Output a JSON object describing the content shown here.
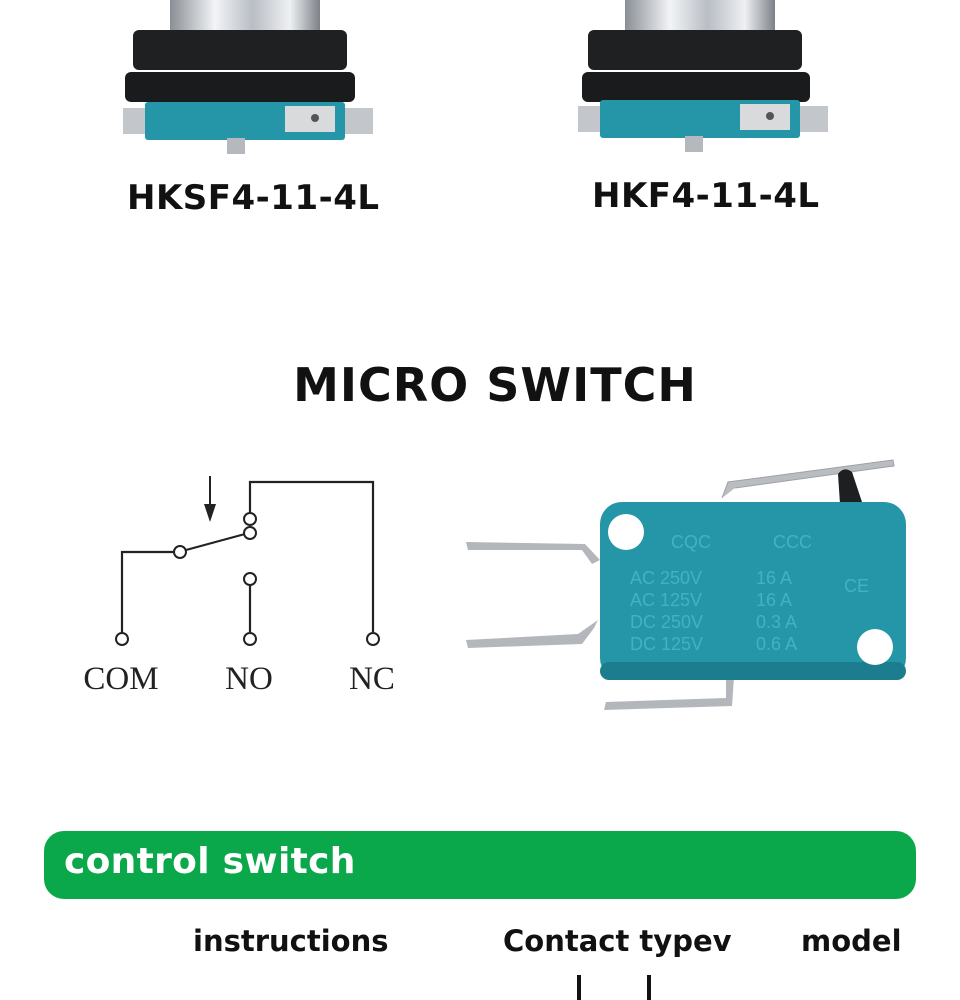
{
  "products": [
    {
      "model": "HKSF4-11-4L"
    },
    {
      "model": "HKF4-11-4L"
    }
  ],
  "micro_switch": {
    "title": "MICRO SWITCH",
    "terminals": [
      "COM",
      "NO",
      "NC"
    ],
    "body_markings": {
      "marks": [
        "CQC",
        "CCC",
        "CE"
      ],
      "ratings": [
        {
          "voltage": "AC 250V",
          "current": "16 A"
        },
        {
          "voltage": "AC 125V",
          "current": "16 A"
        },
        {
          "voltage": "DC 250V",
          "current": "0.3 A"
        },
        {
          "voltage": "DC 125V",
          "current": "0.6 A"
        }
      ]
    }
  },
  "banner": {
    "title": "control switch"
  },
  "columns": [
    "instructions",
    "Contact typev",
    "model"
  ],
  "colors": {
    "banner": "#0aa84a",
    "switch_body": "#2596a8",
    "switch_shadow": "#1b7d8e"
  }
}
